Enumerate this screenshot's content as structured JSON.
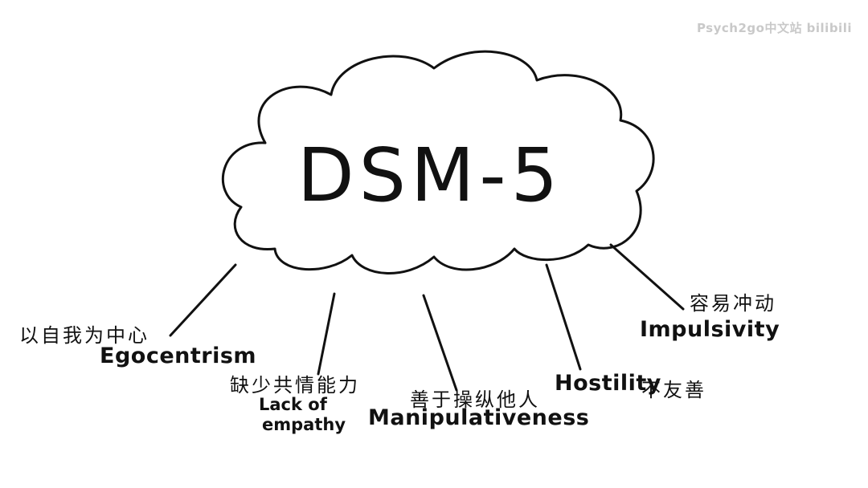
{
  "watermark": "Psych2go中文站 bilibili",
  "title": "DSM-5",
  "traits": [
    {
      "zh": "以自我为中心",
      "en": "Egocentrism"
    },
    {
      "zh": "缺少共情能力",
      "en_line1": "Lack of",
      "en_line2": "empathy"
    },
    {
      "zh": "善于操纵他人",
      "en": "Manipulativeness"
    },
    {
      "zh": "不友善",
      "en": "Hostility"
    },
    {
      "zh": "容易冲动",
      "en": "Impulsivity"
    }
  ]
}
